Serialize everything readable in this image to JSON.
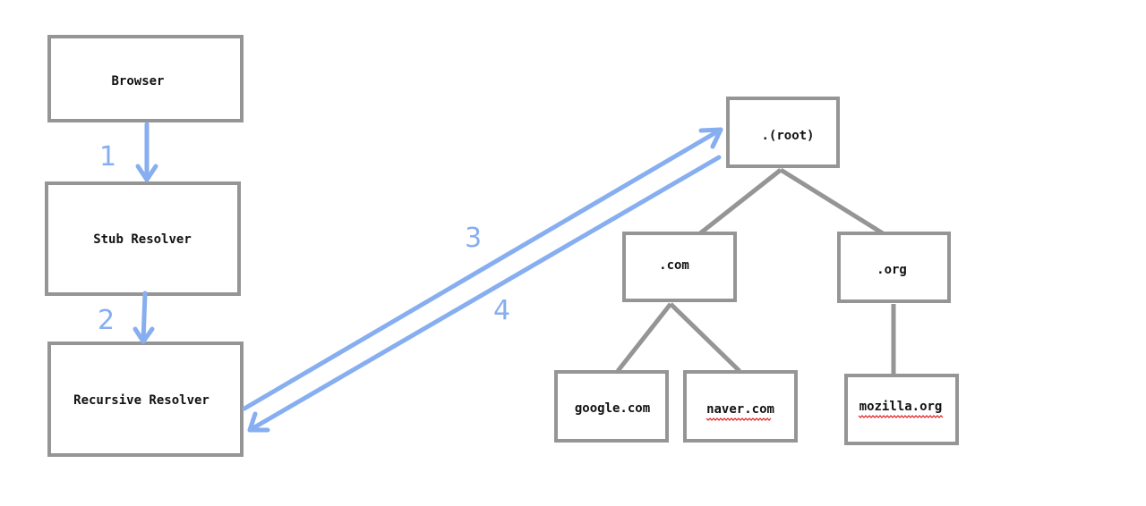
{
  "nodes": {
    "browser": "Browser",
    "stub_resolver": "Stub Resolver",
    "recursive_resolver": "Recursive Resolver",
    "root": ".(root)",
    "com": ".com",
    "org": ".org",
    "google": "google.com",
    "naver": "naver.com",
    "mozilla": "mozilla.org"
  },
  "steps": {
    "s1": "1",
    "s2": "2",
    "s3": "3",
    "s4": "4"
  },
  "colors": {
    "box_border": "#959595",
    "arrow": "#86aef0",
    "spellcheck_underline": "#e02020"
  }
}
